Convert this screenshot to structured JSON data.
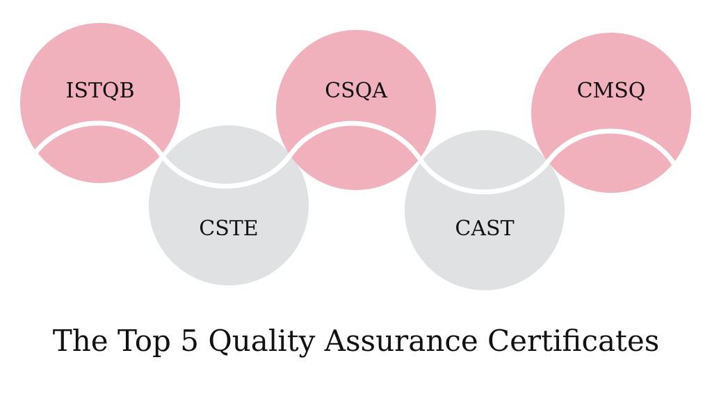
{
  "title": "The Top 5 Quality Assurance Certificates",
  "colors": {
    "pink": "#f0b0bc",
    "gray": "#dfe1e2",
    "wave": "#ffffff",
    "text": "#111111",
    "background": "#ffffff"
  },
  "certificates": [
    {
      "label": "ISTQB",
      "color": "pink",
      "row": "top"
    },
    {
      "label": "CSTE",
      "color": "gray",
      "row": "bottom"
    },
    {
      "label": "CSQA",
      "color": "pink",
      "row": "top"
    },
    {
      "label": "CAST",
      "color": "gray",
      "row": "bottom"
    },
    {
      "label": "CMSQ",
      "color": "pink",
      "row": "top"
    }
  ]
}
